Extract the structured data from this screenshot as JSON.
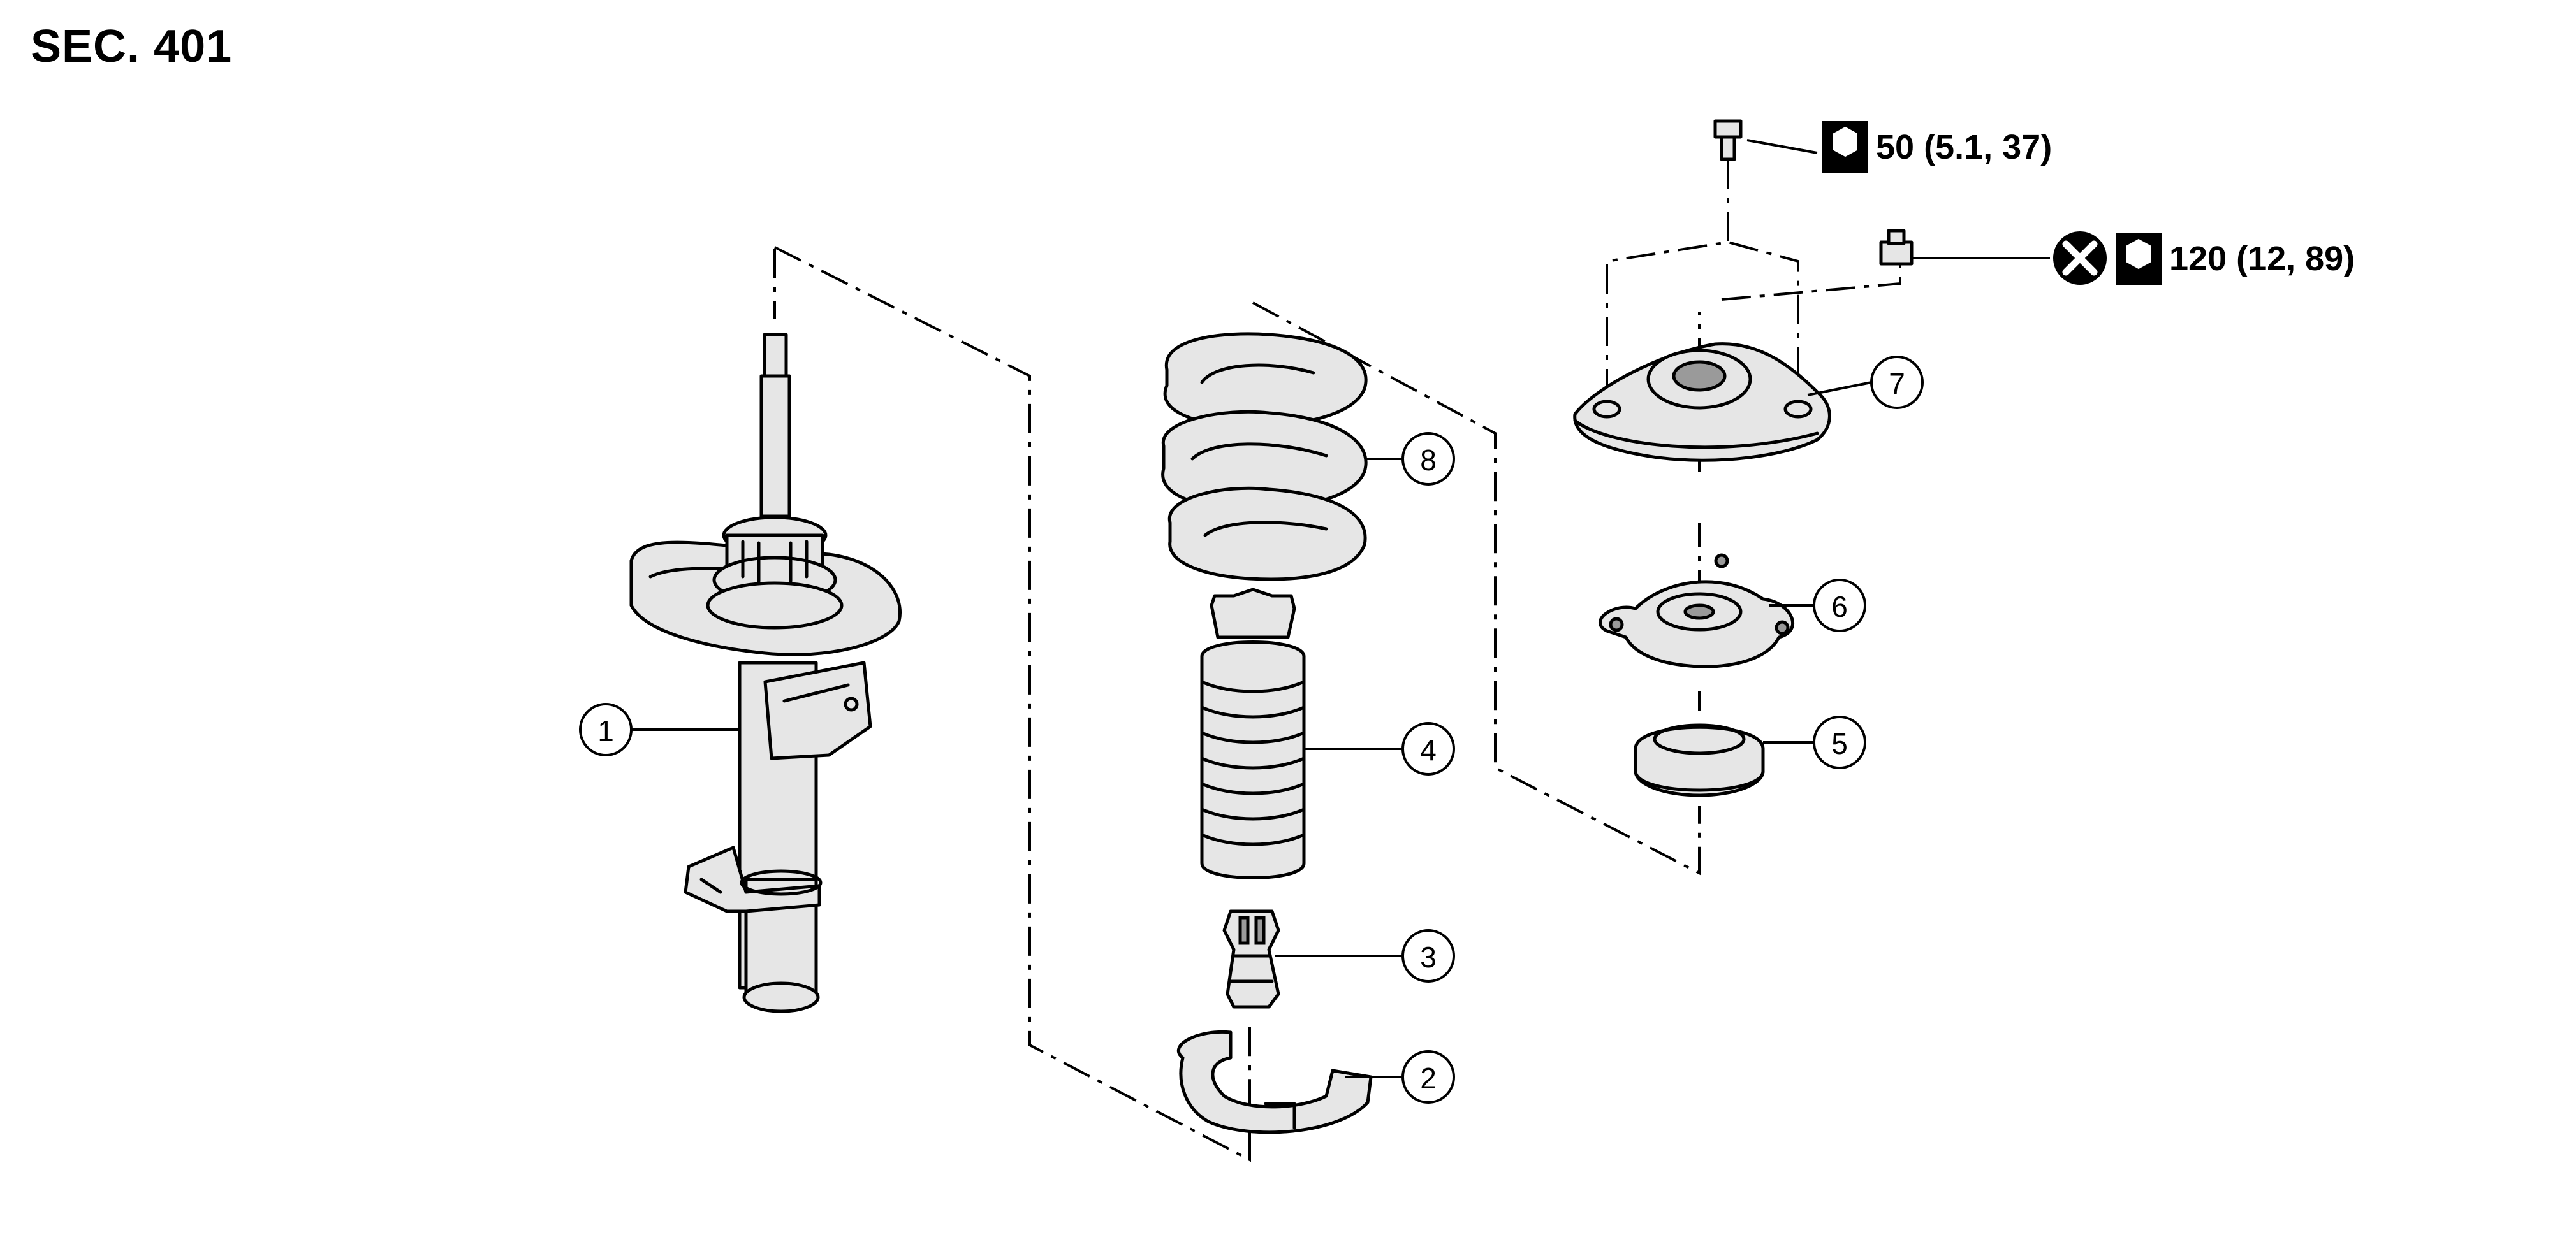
{
  "section_label": "SEC. 401",
  "torque_specs": [
    {
      "value": "50 (5.1, 37)",
      "icon": "torque-wrench-icon",
      "non_reusable": false
    },
    {
      "value": "120 (12, 89)",
      "icon": "torque-wrench-icon",
      "non_reusable": true
    }
  ],
  "callouts": [
    "1",
    "2",
    "3",
    "4",
    "5",
    "6",
    "7",
    "8"
  ]
}
